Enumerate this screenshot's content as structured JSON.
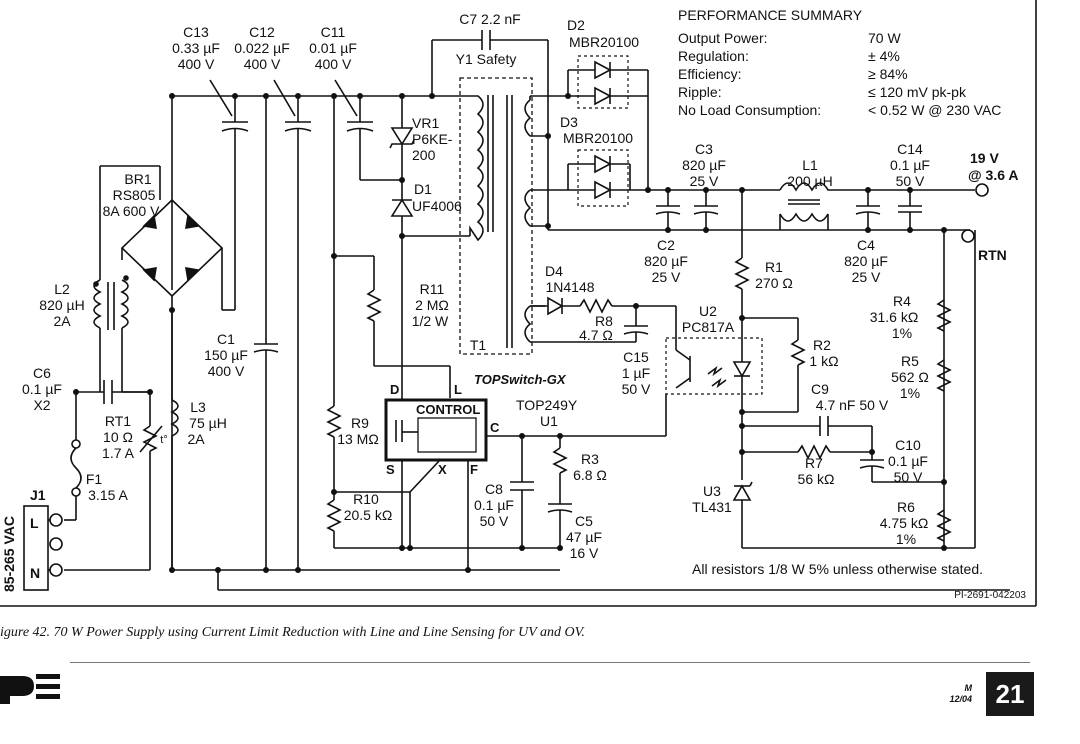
{
  "summary": {
    "title": "PERFORMANCE SUMMARY",
    "rows": [
      {
        "label": "Output Power:",
        "value": "70 W"
      },
      {
        "label": "Regulation:",
        "value": "± 4%"
      },
      {
        "label": "Efficiency:",
        "value": "≥ 84%"
      },
      {
        "label": "Ripple:",
        "value": "≤ 120 mV pk-pk"
      },
      {
        "label": "No Load Consumption:",
        "value": "< 0.52 W @ 230 VAC"
      }
    ]
  },
  "outputs": {
    "v19": "19 V",
    "amps": "@ 3.6 A",
    "rtn": "RTN"
  },
  "input": {
    "vac": "85-265 VAC",
    "j1": "J1",
    "l": "L",
    "n": "N"
  },
  "ic": {
    "brand": "TOPSwitch-GX",
    "part": "TOP249Y",
    "ref": "U1",
    "control": "CONTROL",
    "pin_d": "D",
    "pin_s": "S",
    "pin_x": "X",
    "pin_f": "F",
    "pin_c": "C",
    "pin_l": "L"
  },
  "components": {
    "c13": [
      "C13",
      "0.33 µF",
      "400 V"
    ],
    "c12": [
      "C12",
      "0.022 µF",
      "400 V"
    ],
    "c11": [
      "C11",
      "0.01 µF",
      "400 V"
    ],
    "c7": [
      "C7  2.2 nF",
      "Y1 Safety"
    ],
    "d2": [
      "D2",
      "MBR20100"
    ],
    "d3": [
      "D3",
      "MBR20100"
    ],
    "vr1": [
      "VR1",
      "P6KE-",
      "200"
    ],
    "d1": [
      "D1",
      "UF4006"
    ],
    "br1": [
      "BR1",
      "RS805",
      "8A 600 V"
    ],
    "l2": [
      "L2",
      "820 µH",
      "2A"
    ],
    "c6": [
      "C6",
      "0.1 µF",
      "X2"
    ],
    "rt1": [
      "RT1",
      "10 Ω",
      "1.7 A"
    ],
    "rt1_t": "t°",
    "f1": [
      "F1",
      "3.15 A"
    ],
    "c1": [
      "C1",
      "150 µF",
      "400 V"
    ],
    "l3": [
      "L3",
      "75 µH",
      "2A"
    ],
    "r11": [
      "R11",
      "2 MΩ",
      "1/2 W"
    ],
    "r9": [
      "R9",
      "13 MΩ"
    ],
    "r10": [
      "R10",
      "20.5 kΩ"
    ],
    "t1": "T1",
    "c3": [
      "C3",
      "820 µF",
      "25 V"
    ],
    "c2": [
      "C2",
      "820 µF",
      "25 V"
    ],
    "l1": [
      "L1",
      "200 µH"
    ],
    "c14": [
      "C14",
      "0.1 µF",
      "50 V"
    ],
    "c4": [
      "C4",
      "820 µF",
      "25 V"
    ],
    "d4": [
      "D4",
      "1N4148"
    ],
    "r8": [
      "R8",
      "4.7 Ω"
    ],
    "c15": [
      "C15",
      "1 µF",
      "50 V"
    ],
    "r1": [
      "R1",
      "270 Ω"
    ],
    "u2": [
      "U2",
      "PC817A"
    ],
    "r2": [
      "R2",
      "1 kΩ"
    ],
    "r4": [
      "R4",
      "31.6 kΩ",
      "1%"
    ],
    "r5": [
      "R5",
      "562 Ω",
      "1%"
    ],
    "c9": [
      "C9",
      "4.7 nF 50 V"
    ],
    "r7": [
      "R7",
      "56 kΩ"
    ],
    "c10": [
      "C10",
      "0.1 µF",
      "50 V"
    ],
    "r3": [
      "R3",
      "6.8 Ω"
    ],
    "c8": [
      "C8",
      "0.1 µF",
      "50 V"
    ],
    "c5": [
      "C5",
      "47 µF",
      "16 V"
    ],
    "u3": [
      "U3",
      "TL431"
    ],
    "r6": [
      "R6",
      "4.75 kΩ",
      "1%"
    ]
  },
  "note": "All resistors 1/8 W 5% unless otherwise stated.",
  "pi_number": "PI-2691-042203",
  "caption": "igure 42. 70 W Power Supply using Current Limit Reduction with Line and Line Sensing for UV and OV.",
  "footer": {
    "rev_letter": "M",
    "rev_date": "12/04",
    "page": "21"
  }
}
